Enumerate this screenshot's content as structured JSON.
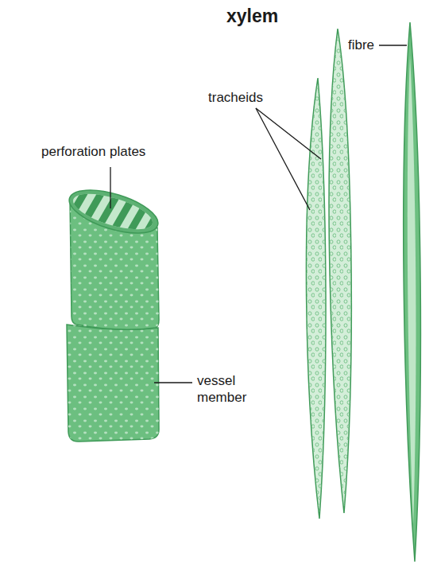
{
  "diagram": {
    "title": "xylem",
    "labels": [
      "perforation plates",
      "tracheids",
      "vessel member",
      "fibre"
    ]
  }
}
